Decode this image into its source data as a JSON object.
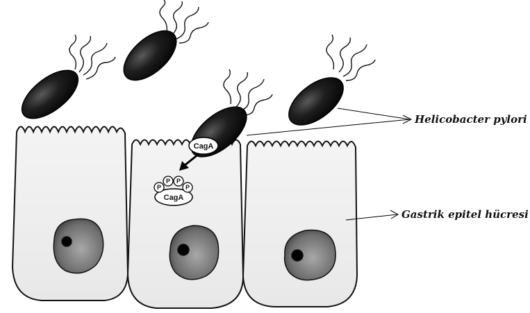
{
  "labels": {
    "bacterium": "Helicobacter pylori",
    "cell": "Gastrik epitel hücresi"
  },
  "protein": {
    "name": "CagA",
    "phosphate": "P"
  },
  "colors": {
    "bacterium_dark": "#0c0c0c",
    "bacterium_light": "#4a4a4a",
    "cell_fill": "#efefef",
    "nucleus_dark": "#3d3d3d",
    "nucleus_light": "#a0a0a0",
    "outline": "#111111"
  }
}
